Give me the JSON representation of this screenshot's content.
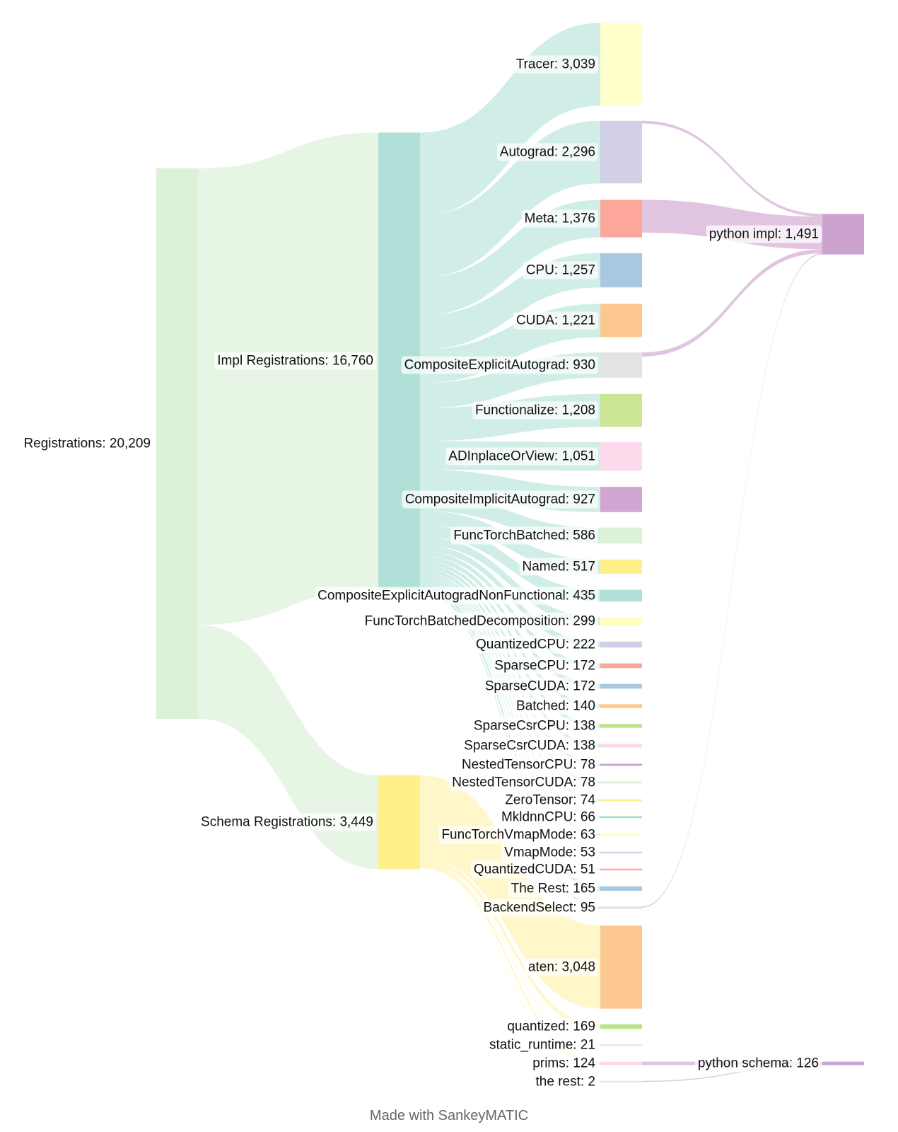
{
  "credit": "Made with SankeyMATIC",
  "colors": {
    "green_flow": "#d9f0d3",
    "teal_flow": "#b3e2d8",
    "yellow_flow": "#fff2a8",
    "purple_flow": "#c994c7"
  },
  "chart_data": {
    "type": "sankey",
    "nodes": [
      {
        "id": "Registrations",
        "value": 20209,
        "color": "#ddf1d8"
      },
      {
        "id": "Impl Registrations",
        "value": 16760,
        "color": "#b0e0d7"
      },
      {
        "id": "Schema Registrations",
        "value": 3449,
        "color": "#fff08c"
      },
      {
        "id": "Tracer",
        "value": 3039,
        "color": "#ffffcc"
      },
      {
        "id": "Autograd",
        "value": 2296,
        "color": "#d2d0e6"
      },
      {
        "id": "Meta",
        "value": 1376,
        "color": "#fca79a"
      },
      {
        "id": "CPU",
        "value": 1257,
        "color": "#a9c8e0"
      },
      {
        "id": "CUDA",
        "value": 1221,
        "color": "#fdc88f"
      },
      {
        "id": "CompositeExplicitAutograd",
        "value": 930,
        "color": "#e3e3e3"
      },
      {
        "id": "Functionalize",
        "value": 1208,
        "color": "#cae694"
      },
      {
        "id": "ADInplaceOrView",
        "value": 1051,
        "color": "#fdd9ec"
      },
      {
        "id": "CompositeImplicitAutograd",
        "value": 927,
        "color": "#d2a6d2"
      },
      {
        "id": "FuncTorchBatched",
        "value": 586,
        "color": "#ddf1d8"
      },
      {
        "id": "Named",
        "value": 517,
        "color": "#fff08c"
      },
      {
        "id": "CompositeExplicitAutogradNonFunctional",
        "value": 435,
        "color": "#b0e0d7"
      },
      {
        "id": "FuncTorchBatchedDecomposition",
        "value": 299,
        "color": "#ffffc0"
      },
      {
        "id": "QuantizedCPU",
        "value": 222,
        "color": "#d2d0e6"
      },
      {
        "id": "SparseCPU",
        "value": 172,
        "color": "#fca79a"
      },
      {
        "id": "SparseCUDA",
        "value": 172,
        "color": "#a9c8e0"
      },
      {
        "id": "Batched",
        "value": 140,
        "color": "#fdc88f"
      },
      {
        "id": "SparseCsrCPU",
        "value": 138,
        "color": "#bde38a"
      },
      {
        "id": "SparseCsrCUDA",
        "value": 138,
        "color": "#fdd9ec"
      },
      {
        "id": "NestedTensorCPU",
        "value": 78,
        "color": "#c9a6d2"
      },
      {
        "id": "NestedTensorCUDA",
        "value": 78,
        "color": "#ddf1d8"
      },
      {
        "id": "ZeroTensor",
        "value": 74,
        "color": "#fff08c"
      },
      {
        "id": "MkldnnCPU",
        "value": 66,
        "color": "#a8ded2"
      },
      {
        "id": "FuncTorchVmapMode",
        "value": 63,
        "color": "#ffffc0"
      },
      {
        "id": "VmapMode",
        "value": 53,
        "color": "#d2d0e6"
      },
      {
        "id": "QuantizedCUDA",
        "value": 51,
        "color": "#fca79a"
      },
      {
        "id": "The Rest",
        "value": 165,
        "color": "#a9c8e0"
      },
      {
        "id": "BackendSelect",
        "value": 95,
        "color": "#e3e3e3"
      },
      {
        "id": "aten",
        "value": 3048,
        "color": "#fdc88f"
      },
      {
        "id": "quantized",
        "value": 169,
        "color": "#bde38a"
      },
      {
        "id": "static_runtime",
        "value": 21,
        "color": "#e8e8f2"
      },
      {
        "id": "prims",
        "value": 124,
        "color": "#fdd9ec"
      },
      {
        "id": "the rest",
        "value": 2,
        "color": "#ddf1d8"
      },
      {
        "id": "python impl",
        "value": 1491,
        "color": "#cca3cf"
      },
      {
        "id": "python schema",
        "value": 126,
        "color": "#c9a6d2"
      }
    ],
    "labels": [
      "Registrations: 20,209",
      "Impl Registrations: 16,760",
      "Schema Registrations: 3,449",
      "Tracer: 3,039",
      "Autograd: 2,296",
      "Meta: 1,376",
      "CPU: 1,257",
      "CUDA: 1,221",
      "CompositeExplicitAutograd: 930",
      "Functionalize: 1,208",
      "ADInplaceOrView: 1,051",
      "CompositeImplicitAutograd: 927",
      "FuncTorchBatched: 586",
      "Named: 517",
      "CompositeExplicitAutogradNonFunctional: 435",
      "FuncTorchBatchedDecomposition: 299",
      "QuantizedCPU: 222",
      "SparseCPU: 172",
      "SparseCUDA: 172",
      "Batched: 140",
      "SparseCsrCPU: 138",
      "SparseCsrCUDA: 138",
      "NestedTensorCPU: 78",
      "NestedTensorCUDA: 78",
      "ZeroTensor: 74",
      "MkldnnCPU: 66",
      "FuncTorchVmapMode: 63",
      "VmapMode: 53",
      "QuantizedCUDA: 51",
      "The Rest: 165",
      "BackendSelect: 95",
      "aten: 3,048",
      "quantized: 169",
      "static_runtime: 21",
      "prims: 124",
      "the rest: 2",
      "python impl: 1,491",
      "python schema: 126"
    ],
    "links": [
      {
        "source": "Registrations",
        "target": "Impl Registrations",
        "value": 16760
      },
      {
        "source": "Registrations",
        "target": "Schema Registrations",
        "value": 3449
      },
      {
        "source": "Impl Registrations",
        "target": "Tracer",
        "value": 3039
      },
      {
        "source": "Impl Registrations",
        "target": "Autograd",
        "value": 2296
      },
      {
        "source": "Impl Registrations",
        "target": "Meta",
        "value": 1376
      },
      {
        "source": "Impl Registrations",
        "target": "CPU",
        "value": 1257
      },
      {
        "source": "Impl Registrations",
        "target": "CUDA",
        "value": 1221
      },
      {
        "source": "Impl Registrations",
        "target": "CompositeExplicitAutograd",
        "value": 930
      },
      {
        "source": "Impl Registrations",
        "target": "Functionalize",
        "value": 1208
      },
      {
        "source": "Impl Registrations",
        "target": "ADInplaceOrView",
        "value": 1051
      },
      {
        "source": "Impl Registrations",
        "target": "CompositeImplicitAutograd",
        "value": 927
      },
      {
        "source": "Impl Registrations",
        "target": "FuncTorchBatched",
        "value": 586
      },
      {
        "source": "Impl Registrations",
        "target": "Named",
        "value": 517
      },
      {
        "source": "Impl Registrations",
        "target": "CompositeExplicitAutogradNonFunctional",
        "value": 435
      },
      {
        "source": "Impl Registrations",
        "target": "FuncTorchBatchedDecomposition",
        "value": 299
      },
      {
        "source": "Impl Registrations",
        "target": "QuantizedCPU",
        "value": 222
      },
      {
        "source": "Impl Registrations",
        "target": "SparseCPU",
        "value": 172
      },
      {
        "source": "Impl Registrations",
        "target": "SparseCUDA",
        "value": 172
      },
      {
        "source": "Impl Registrations",
        "target": "Batched",
        "value": 140
      },
      {
        "source": "Impl Registrations",
        "target": "SparseCsrCPU",
        "value": 138
      },
      {
        "source": "Impl Registrations",
        "target": "SparseCsrCUDA",
        "value": 138
      },
      {
        "source": "Impl Registrations",
        "target": "NestedTensorCPU",
        "value": 78
      },
      {
        "source": "Impl Registrations",
        "target": "NestedTensorCUDA",
        "value": 78
      },
      {
        "source": "Impl Registrations",
        "target": "ZeroTensor",
        "value": 74
      },
      {
        "source": "Impl Registrations",
        "target": "MkldnnCPU",
        "value": 66
      },
      {
        "source": "Impl Registrations",
        "target": "FuncTorchVmapMode",
        "value": 63
      },
      {
        "source": "Impl Registrations",
        "target": "VmapMode",
        "value": 53
      },
      {
        "source": "Impl Registrations",
        "target": "QuantizedCUDA",
        "value": 51
      },
      {
        "source": "Impl Registrations",
        "target": "The Rest",
        "value": 165
      },
      {
        "source": "Impl Registrations",
        "target": "BackendSelect",
        "value": 95
      },
      {
        "source": "Schema Registrations",
        "target": "aten",
        "value": 3048
      },
      {
        "source": "Schema Registrations",
        "target": "quantized",
        "value": 169
      },
      {
        "source": "Schema Registrations",
        "target": "static_runtime",
        "value": 21
      },
      {
        "source": "Schema Registrations",
        "target": "prims",
        "value": 124
      },
      {
        "source": "Schema Registrations",
        "target": "the rest",
        "value": 2
      },
      {
        "source": "Autograd",
        "target": "python impl",
        "value": 100
      },
      {
        "source": "Meta",
        "target": "python impl",
        "value": 1200
      },
      {
        "source": "CompositeExplicitAutograd",
        "target": "python impl",
        "value": 150
      },
      {
        "source": "BackendSelect",
        "target": "python impl",
        "value": 41
      },
      {
        "source": "prims",
        "target": "python schema",
        "value": 124
      },
      {
        "source": "the rest",
        "target": "python schema",
        "value": 2
      }
    ]
  }
}
